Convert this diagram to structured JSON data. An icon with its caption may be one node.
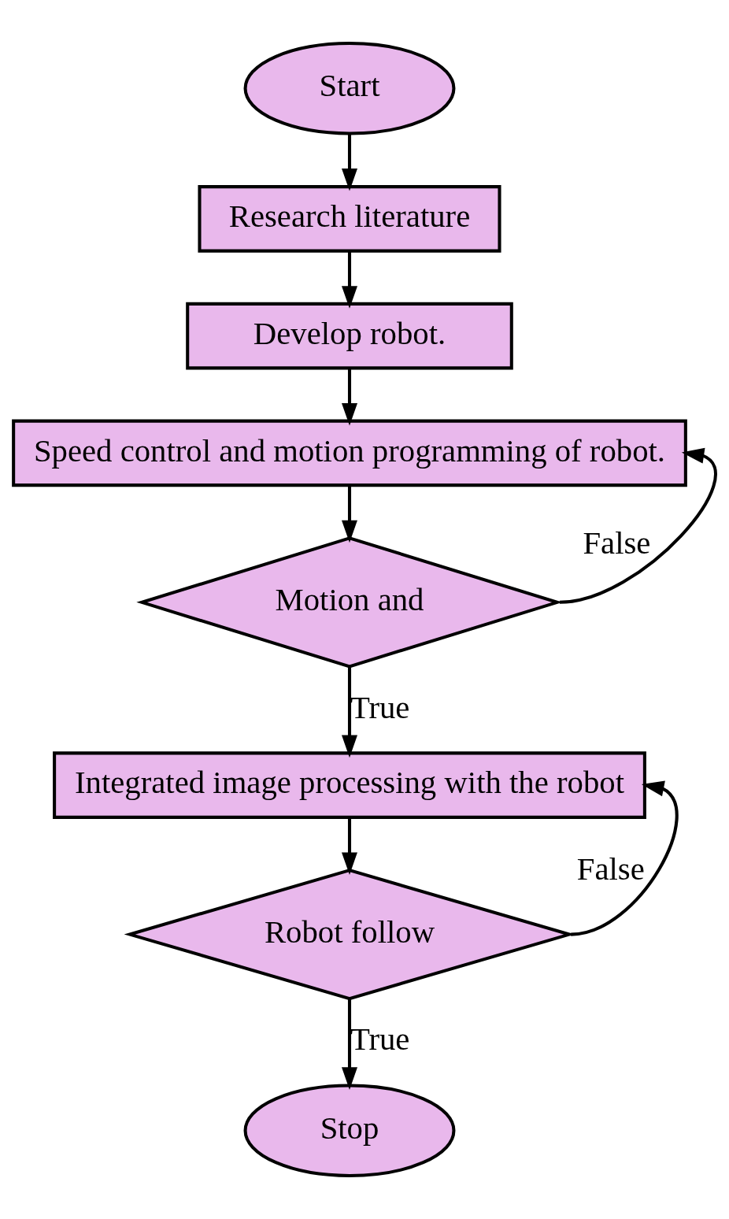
{
  "diagram": {
    "nodes": [
      {
        "text": [
          "Start"
        ]
      },
      {
        "text": [
          "Research literature"
        ]
      },
      {
        "text": [
          "Develop robot."
        ]
      },
      {
        "text": [
          "Speed control and motion programming of robot."
        ]
      },
      {
        "text": [
          "Motion and"
        ]
      },
      {
        "text": [
          "Integrated image processing with the robot"
        ]
      },
      {
        "text": [
          "Robot follow"
        ]
      },
      {
        "text": [
          "Stop"
        ]
      }
    ],
    "edges": [
      {
        "from": 0,
        "to": 1,
        "arrow": "to"
      },
      {
        "from": 1,
        "to": 2,
        "arrow": "to"
      },
      {
        "from": 2,
        "to": 3,
        "arrow": "to"
      },
      {
        "from": 3,
        "to": 4,
        "arrow": "to"
      },
      {
        "from": 4,
        "to": 3,
        "arrow": "to",
        "label": "False"
      },
      {
        "from": 4,
        "to": 5,
        "arrow": "to",
        "label": "True"
      },
      {
        "from": 5,
        "to": 6,
        "arrow": "to"
      },
      {
        "from": 6,
        "to": 5,
        "arrow": "to",
        "label": "False"
      },
      {
        "from": 6,
        "to": 7,
        "arrow": "to",
        "label": "True"
      }
    ]
  }
}
